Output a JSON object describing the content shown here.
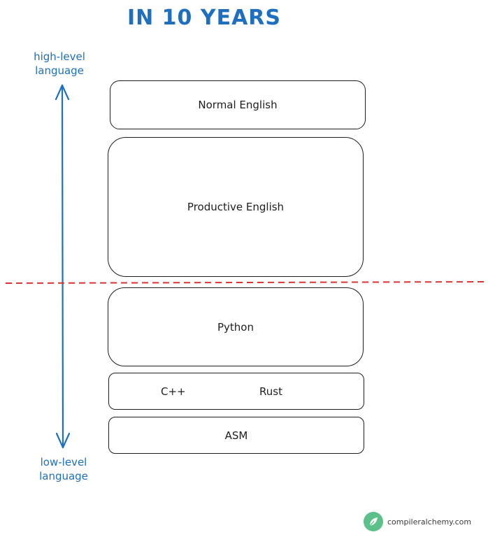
{
  "title": "IN 10 YEARS",
  "axis": {
    "high_label_line1": "high-level",
    "high_label_line2": "language",
    "low_label_line1": "low-level",
    "low_label_line2": "language"
  },
  "layers": {
    "normal_english": "Normal English",
    "productive_english": "Productive English",
    "python": "Python",
    "cpp": "C++",
    "rust": "Rust",
    "asm": "ASM"
  },
  "footer": {
    "site": "compileralchemy.com",
    "logo_icon": "leaf-logo-icon"
  },
  "colors": {
    "accent_blue": "#1f6fc1",
    "divider_red": "#e03131",
    "box_stroke": "#1e1e1e",
    "logo_green": "#5cc08a"
  }
}
